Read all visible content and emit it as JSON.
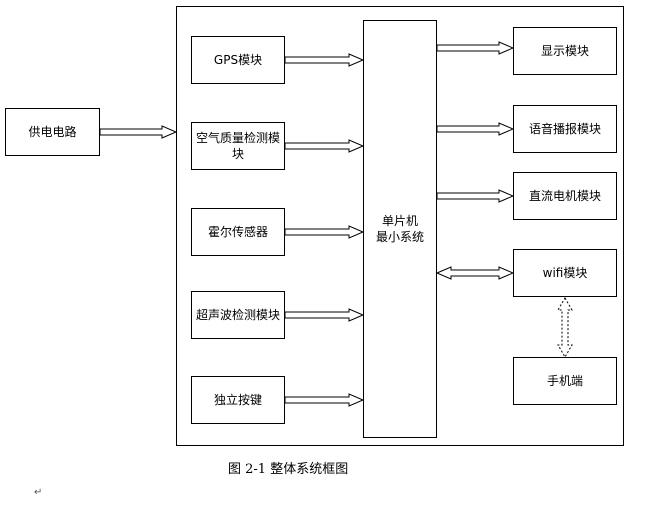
{
  "blocks": {
    "power": "供电电路",
    "gps": "GPS模块",
    "air": "空气质量检测模块",
    "hall": "霍尔传感器",
    "ultra": "超声波检测模块",
    "key": "独立按键",
    "mcu_line1": "单片机",
    "mcu_line2": "最小系统",
    "display": "显示模块",
    "voice": "语音播报模块",
    "motor": "直流电机模块",
    "wifi": "wifi模块",
    "phone": "手机端"
  },
  "caption": "图 2-1 整体系统框图",
  "paragraph_mark": "↵"
}
